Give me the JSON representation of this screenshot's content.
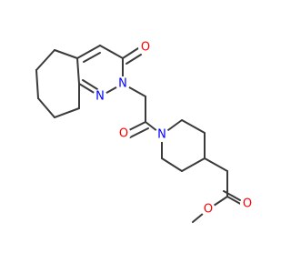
{
  "molecule": {
    "atoms": [
      {
        "id": "O1",
        "label": "O",
        "color": "#ff0000"
      },
      {
        "id": "N1",
        "label": "N",
        "color": "#0000ff"
      },
      {
        "id": "N2",
        "label": "N",
        "color": "#0000ff"
      },
      {
        "id": "O2",
        "label": "O",
        "color": "#ff0000"
      },
      {
        "id": "N3",
        "label": "N",
        "color": "#0000ff"
      },
      {
        "id": "O3",
        "label": "O",
        "color": "#ff0000"
      },
      {
        "id": "O4",
        "label": "O",
        "color": "#ff0000"
      }
    ],
    "bond_color": "#3a3a3a"
  }
}
